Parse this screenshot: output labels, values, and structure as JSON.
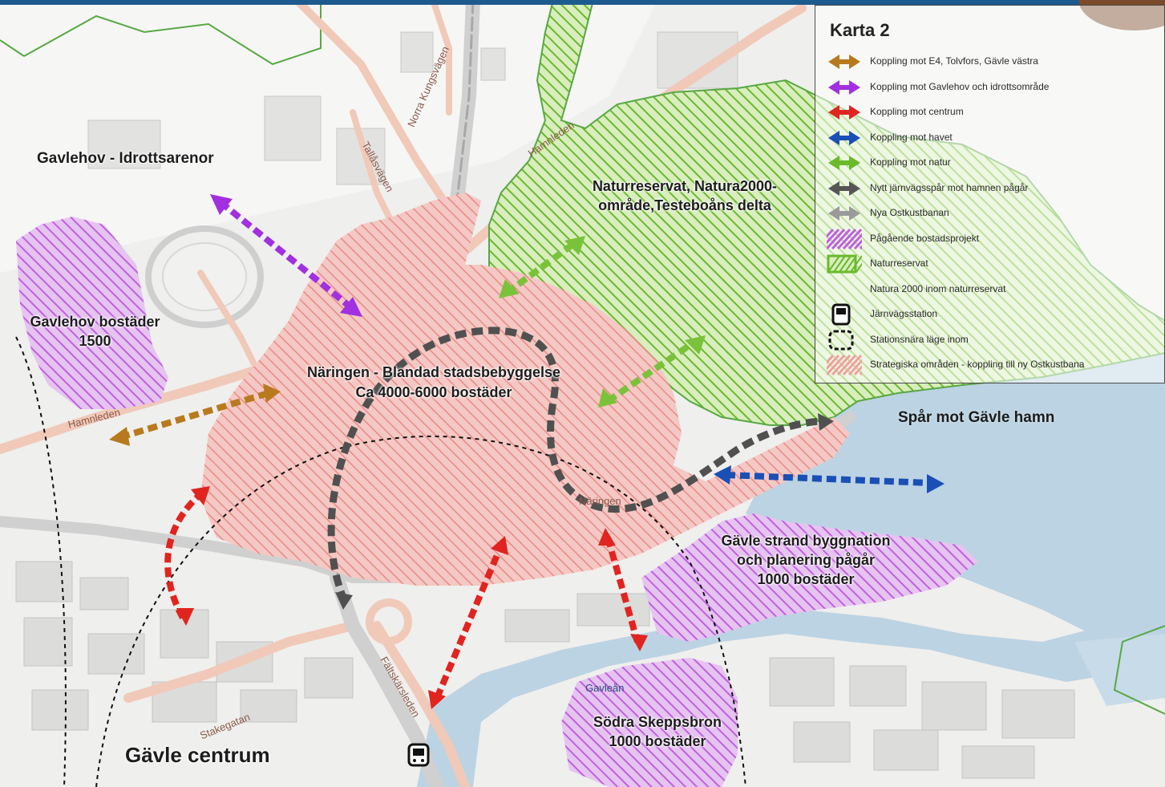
{
  "legend": {
    "title": "Karta 2",
    "items": [
      {
        "name": "link-e4",
        "color": "#b87a1e",
        "kind": "arrow",
        "label": "Koppling mot E4, Tolvfors, Gävle västra"
      },
      {
        "name": "link-gavlehov",
        "color": "#a030e0",
        "kind": "arrow",
        "label": "Koppling mot Gavlehov och idrottsområde"
      },
      {
        "name": "link-centrum",
        "color": "#e0241f",
        "kind": "arrow",
        "label": "Koppling mot centrum"
      },
      {
        "name": "link-havet",
        "color": "#1a4fb5",
        "kind": "arrow",
        "label": "Koppling mot havet"
      },
      {
        "name": "link-natur",
        "color": "#6aba2a",
        "kind": "arrow",
        "label": "Koppling mot natur"
      },
      {
        "name": "link-rail",
        "color": "#555555",
        "kind": "arrow",
        "label": "Nytt järnvägsspår mot hamnen pågår"
      },
      {
        "name": "link-ostkustbanan",
        "color": "#9a9a9a",
        "kind": "arrow",
        "label": "Nya Ostkustbanan"
      },
      {
        "name": "planned-housing",
        "color": "#c060e0",
        "kind": "hatch",
        "label": "Pågående bostadsprojekt"
      },
      {
        "name": "nature-reserve",
        "color": "#6aba2a",
        "kind": "hatch-box",
        "label": "Naturreservat"
      },
      {
        "name": "natura2000",
        "color": "#6aba2a",
        "kind": "none",
        "label": "Natura 2000 inom naturreservat"
      },
      {
        "name": "station",
        "color": "#111111",
        "kind": "station",
        "label": "Järnvägsstation"
      },
      {
        "name": "station-location",
        "color": "#111111",
        "kind": "dashed-box",
        "label": "Stationsnära läge inom"
      },
      {
        "name": "strategic-areas",
        "color": "#f0a0a0",
        "kind": "pink-hatch",
        "label": "Strategiska områden - koppling till ny Ostkustbana"
      }
    ]
  },
  "labels": {
    "gavlehov_idrott": "Gavlehov - Idrottsarenor",
    "gavlehov_bostader_1": "Gavlehov bostäder",
    "gavlehov_bostader_2": "1500",
    "naringen_1": "Näringen - Blandad stadsbebyggelse",
    "naringen_2": "Ca 4000-6000 bostäder",
    "naturreservat_1": "Naturreservat, Natura2000-",
    "naturreservat_2": "område,Testeboåns delta",
    "spar_hamn": "Spår mot Gävle hamn",
    "gavle_strand_1": "Gävle strand byggnation",
    "gavle_strand_2": "och planering pågår",
    "gavle_strand_3": "1000 bostäder",
    "sodra_1": "Södra Skeppsbron",
    "sodra_2": "1000 bostäder",
    "gavle_centrum": "Gävle centrum"
  },
  "roads": {
    "hamnleden_1": "Hamnleden",
    "hamnleden_2": "Hamnleden",
    "norra_kungsvagen": "Norra Kungsvägen",
    "tallvagen": "Tallåsvägen",
    "naringen_small": "Näringen",
    "gavlean": "Gavleån",
    "stakegatan": "Stakegatan",
    "fallvagen": "Fältskärsleden"
  }
}
